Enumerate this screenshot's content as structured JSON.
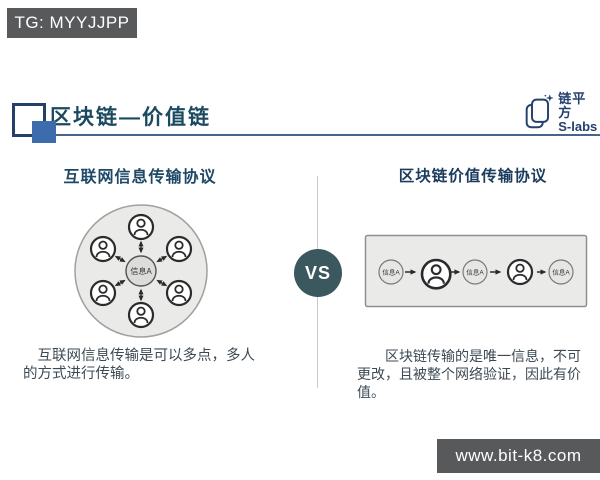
{
  "badges": {
    "tg": "TG: MYYJJPP",
    "website": "www.bit-k8.com"
  },
  "header": {
    "title": "区块链—价值链",
    "logo": {
      "cn": "链平方",
      "en": "S-labs"
    }
  },
  "left_panel": {
    "heading": "互联网信息传输协议",
    "center_node": "信息A",
    "description": "互联网信息传输是可以多点，多人的方式进行传输。"
  },
  "versus": "VS",
  "right_panel": {
    "heading": "区块链价值传输协议",
    "nodes": [
      "信息A",
      "信息A",
      "信息A"
    ],
    "description": "区块链传输的是唯一信息，不可更改，且被整个网络验证，因此有价值。"
  },
  "colors": {
    "bar_gray": "#58595b",
    "title_navy": "#1b4a60",
    "heading_navy": "#1d4866",
    "accent_blue": "#3c6cab",
    "vs_teal": "#3b585e",
    "underline_blue": "#456688",
    "diagram_fill": "#eaeae8",
    "body_text": "#3d4a54"
  }
}
